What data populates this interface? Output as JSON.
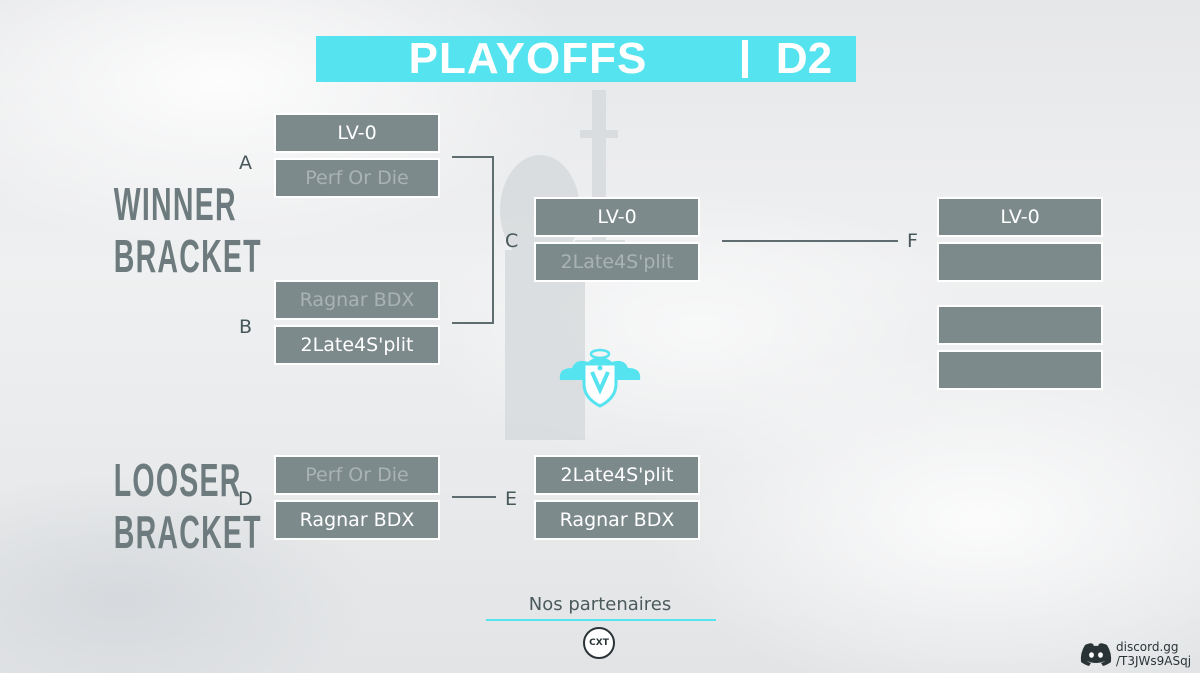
{
  "title": {
    "main": "PLAYOFFS",
    "division": "D2"
  },
  "headings": {
    "winner": [
      "WINNER",
      "BRACKET"
    ],
    "loser": [
      "LOOSER",
      "BRACKET"
    ]
  },
  "matches": {
    "A": {
      "letter": "A",
      "team1": "LV-0",
      "team2": "Perf Or Die"
    },
    "B": {
      "letter": "B",
      "team1": "Ragnar BDX",
      "team2": "2Late4S'plit"
    },
    "C": {
      "letter": "C",
      "team1": "LV-0",
      "team2": "2Late4S'plit"
    },
    "D": {
      "letter": "D",
      "team1": "Perf Or Die",
      "team2": "Ragnar BDX"
    },
    "E": {
      "letter": "E",
      "team1": "2Late4S'plit",
      "team2": "Ragnar BDX"
    },
    "F": {
      "letter": "F",
      "team1": "LV-0",
      "team2": "",
      "team3": "",
      "team4": ""
    }
  },
  "partners": {
    "label": "Nos partenaires",
    "logo_text": "CXT"
  },
  "discord": {
    "line1": "discord.gg",
    "line2": "/T3JWs9ASqj"
  },
  "colors": {
    "accent": "#55e4ef",
    "slot": "#7d8a8c",
    "loser_text": "#a9b3b5"
  },
  "icons": {
    "center_logo": "shield-cloud-logo",
    "discord": "discord-icon",
    "partner": "cxt-badge-icon"
  }
}
